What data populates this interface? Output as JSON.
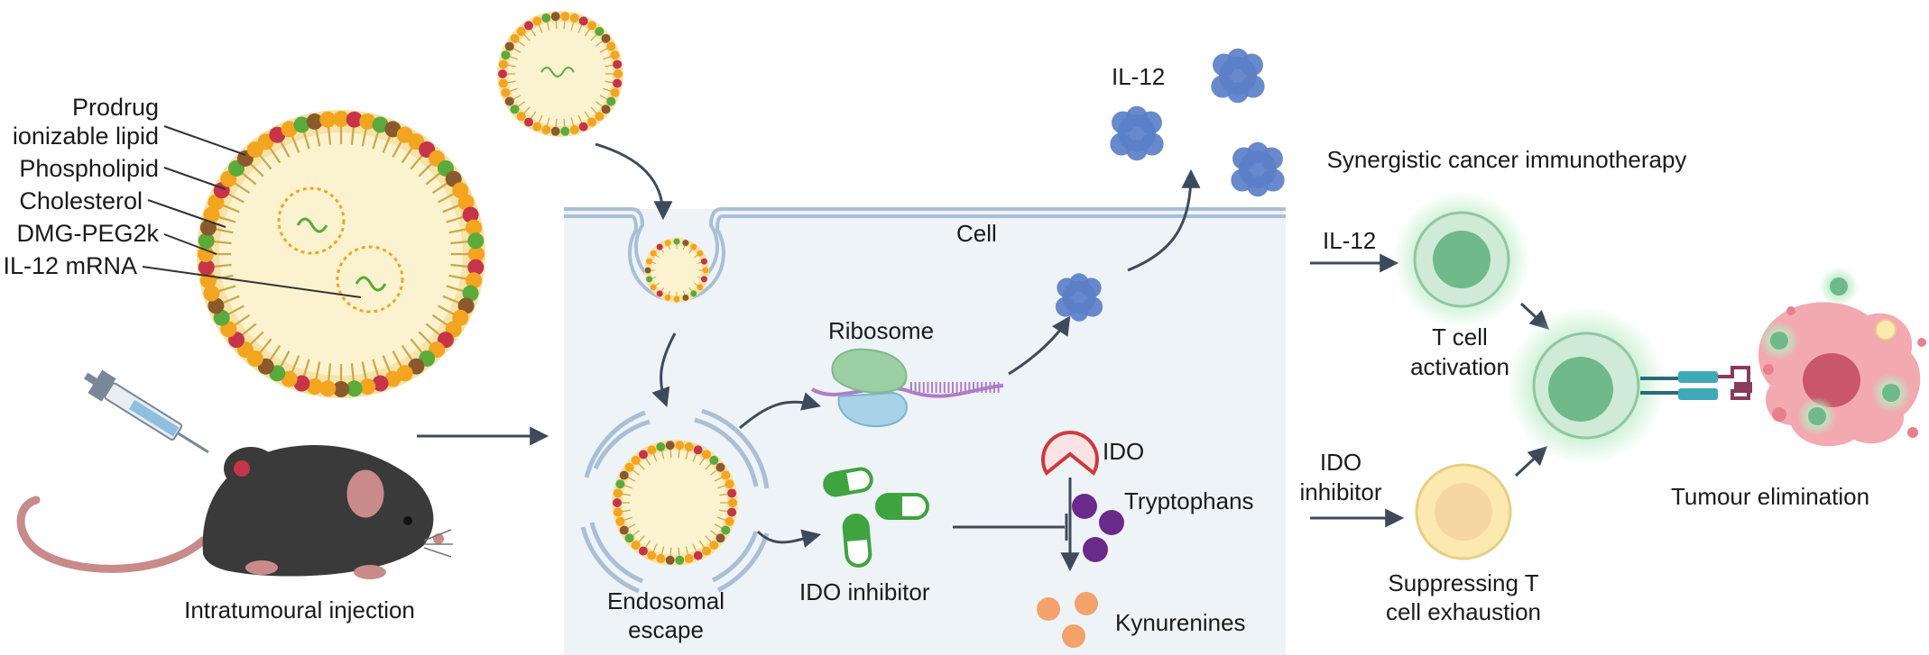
{
  "labels": {
    "prodrug": "Prodrug",
    "ionizable": "ionizable lipid",
    "phospholipid": "Phospholipid",
    "cholesterol": "Cholesterol",
    "dmg_peg": "DMG-PEG2k",
    "il12_mrna": "IL-12 mRNA",
    "injection": "Intratumoural injection",
    "cell": "Cell",
    "endosomal_1": "Endosomal",
    "endosomal_2": "escape",
    "ribosome": "Ribosome",
    "il12_top": "IL-12",
    "ido": "IDO",
    "tryptophans": "Tryptophans",
    "kynurenines": "Kynurenines",
    "ido_inhibitor": "IDO inhibitor",
    "synergistic": "Synergistic cancer immunotherapy",
    "il12_right": "IL-12",
    "tcell_1": "T cell",
    "tcell_2": "activation",
    "ido_inh_right_1": "IDO",
    "ido_inh_right_2": "inhibitor",
    "suppress_1": "Suppressing T",
    "suppress_2": "cell exhaustion",
    "tumour": "Tumour elimination"
  },
  "colors": {
    "lnp_core": "#fbf2cf",
    "lipid_orange": "#f3a51f",
    "lipid_red": "#c7344a",
    "lipid_green": "#5aaa3c",
    "lipid_brown": "#8a5a2c",
    "membrane": "#a9bfd6",
    "cell_bg": "#eef3f7",
    "il12_blue": "#5b7fc8",
    "ribosome_green": "#9ccfa3",
    "ribosome_blue": "#a8d2e8",
    "mrna_purple": "#b07cc6",
    "capsule_green": "#3fa33f",
    "ido_red": "#cc3a40",
    "tryptophan_purple": "#6a2a8a",
    "kynurenine_orange": "#f3a26b",
    "tcell_green": "#6fb98a",
    "tcell_glow": "#b9ecc4",
    "suppress_yellow": "#fbe9b0",
    "tumour_pink": "#e8808c",
    "arrow": "#3d4a5c",
    "mouse_dark": "#3a3a3a",
    "mouse_pink": "#c88a8a"
  }
}
